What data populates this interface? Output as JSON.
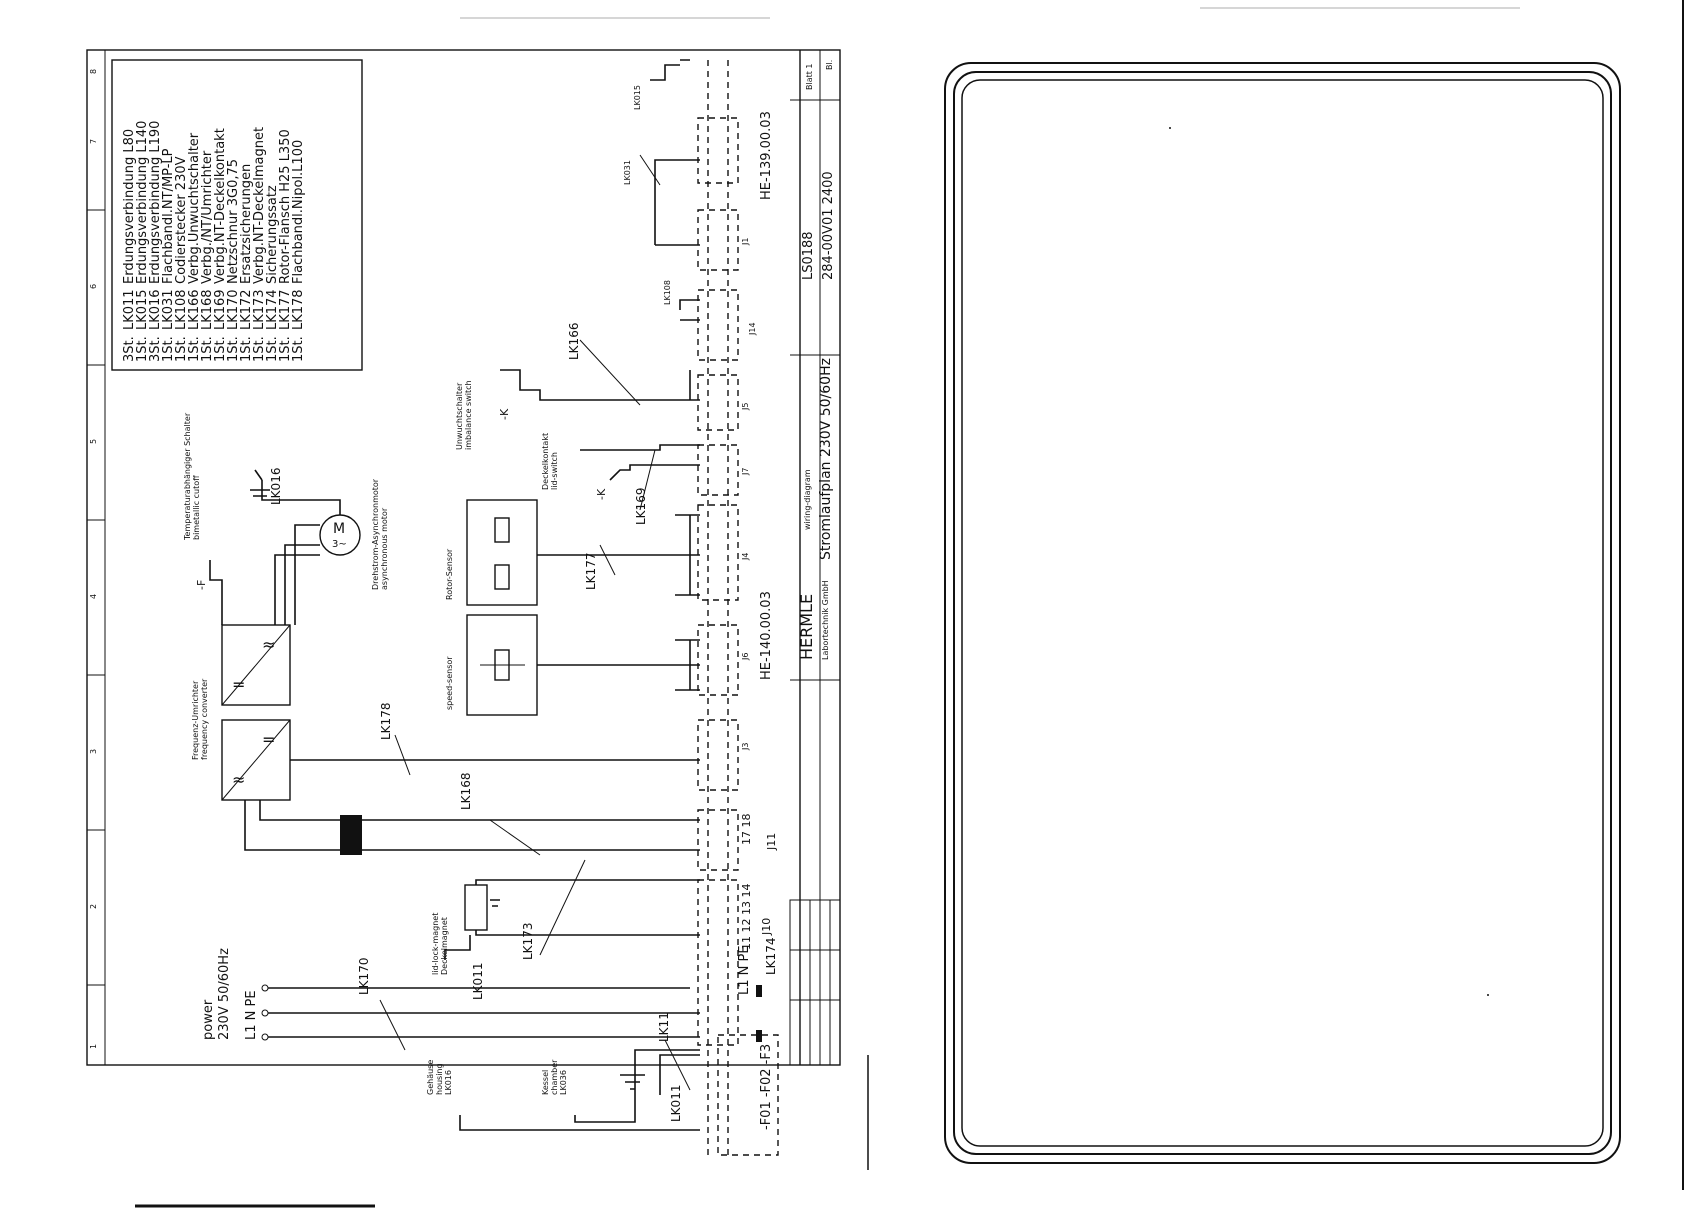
{
  "legend": {
    "rows": [
      {
        "qty": "3St.",
        "code": "LK011",
        "desc": "Erdungsverbindung L80"
      },
      {
        "qty": "1St.",
        "code": "LK015",
        "desc": "Erdungsverbindung L140"
      },
      {
        "qty": "3St.",
        "code": "LK016",
        "desc": "Erdungsverbindung L190"
      },
      {
        "qty": "1St.",
        "code": "LK031",
        "desc": "Flachbandl.NT/MP-LP"
      },
      {
        "qty": "1St.",
        "code": "LK108",
        "desc": "Codierstecker 230V"
      },
      {
        "qty": "1St.",
        "code": "LK166",
        "desc": "Verbg.Unwuchtschalter"
      },
      {
        "qty": "1St.",
        "code": "LK168",
        "desc": "Verbg./NT/Umrichter"
      },
      {
        "qty": "1St.",
        "code": "LK169",
        "desc": "Verbg.NT-Deckelkontakt"
      },
      {
        "qty": "1St.",
        "code": "LK170",
        "desc": "Netzschnur 3G0,75"
      },
      {
        "qty": "1St.",
        "code": "LK172",
        "desc": "Ersatzsicherungen"
      },
      {
        "qty": "1St.",
        "code": "LK173",
        "desc": "Verbg.NT-Deckelmagnet"
      },
      {
        "qty": "1St.",
        "code": "LK174",
        "desc": "Sicherungssatz"
      },
      {
        "qty": "1St.",
        "code": "LK177",
        "desc": "Rotor-Flansch H25 L350"
      },
      {
        "qty": "1St.",
        "code": "LK178",
        "desc": "Flachbandl.Nipol.L100"
      }
    ]
  },
  "labels": {
    "power_title": "power",
    "power_voltage": "230V 50/60Hz",
    "power_terminals": "L1  N  PE",
    "housing": "Gehäuse\nhousing\nLK016",
    "chamber": "Kessel\nchamber\nLK036",
    "lid_lock": "lid-lock-magnet\nDeckelmagnet",
    "freq_conv": "Frequenz-Umrichter\nfrequency converter",
    "speed_sensor": "speed-sensor",
    "rotor_sensor": "Rotor-Sensor",
    "lid_switch": "Deckelkontakt\nlid-switch",
    "imbalance": "Unwuchtschalter\nimbalance switch",
    "thermo_switch": "Temperaturabhängiger Schalter\nbimetallic cutoff",
    "motor": "Drehstrom-Asynchronmotor\nasynchronous motor",
    "motor_symbol": "M",
    "motor_phase": "3~",
    "fuse_main": "-F01  -F02  -F3",
    "terminal_main": "L1  N  PE",
    "k_label": "-K",
    "f_label": "-F"
  },
  "wires": {
    "lk011_a": "LK011",
    "lk011_b": "LK011",
    "lk11": "LK11",
    "lk170": "LK170",
    "lk173": "LK173",
    "lk168": "LK168",
    "lk178": "LK178",
    "lk177": "LK177",
    "lk169": "LK169",
    "lk166": "LK166",
    "lk016": "LK016",
    "lk108": "LK108",
    "lk031": "LK031",
    "lk174": "LK174",
    "lk015": "LK015"
  },
  "connectors": {
    "j10": "J10",
    "j11": "J11",
    "j14": "J14",
    "j5": "J5",
    "j6": "J6",
    "j7": "J7",
    "j4": "J4",
    "j1": "J1",
    "j3": "J3",
    "pins_j10": "11  12  13  14",
    "pins_j11": "17  18"
  },
  "board_codes": {
    "he140": "HE-140.00.03",
    "he139": "HE-139.00.03"
  },
  "title_block": {
    "company": "HERMLE",
    "company_sub": "Labortechnik GmbH",
    "diagram_en": "wiring-diagram",
    "diagram_de": "Stromlaufplan 230V 50/60Hz",
    "drawing_no": "LS0188",
    "part_no": "284-00V01 2400",
    "sheet": "Blatt 1",
    "sheet_of": "Bl."
  },
  "ruler": {
    "numbers": [
      "1",
      "2",
      "3",
      "4",
      "5",
      "6",
      "7",
      "8"
    ]
  }
}
